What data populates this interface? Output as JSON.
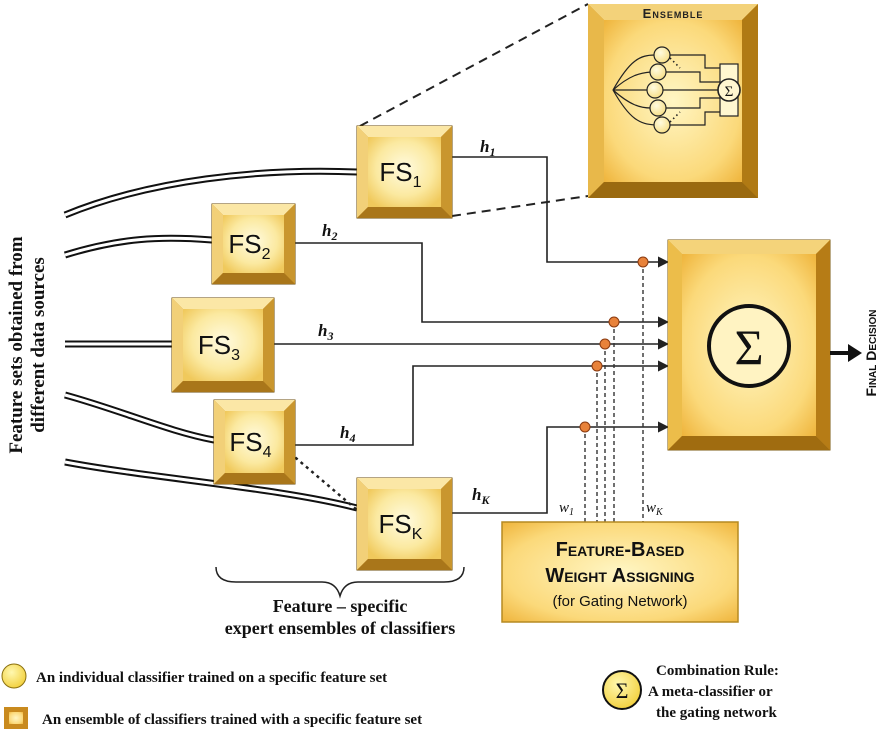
{
  "side_label": {
    "line1": "Feature sets obtained from",
    "line2": "different data sources"
  },
  "feature_sets": [
    {
      "base": "FS",
      "sub": "1"
    },
    {
      "base": "FS",
      "sub": "2"
    },
    {
      "base": "FS",
      "sub": "3"
    },
    {
      "base": "FS",
      "sub": "4"
    },
    {
      "base": "FS",
      "sub": "K"
    }
  ],
  "outputs": [
    {
      "base": "h",
      "sub": "1"
    },
    {
      "base": "h",
      "sub": "2"
    },
    {
      "base": "h",
      "sub": "3"
    },
    {
      "base": "h",
      "sub": "4"
    },
    {
      "base": "h",
      "sub": "K"
    }
  ],
  "weights": [
    {
      "base": "w",
      "sub": "1"
    },
    {
      "base": "w",
      "sub": "K"
    }
  ],
  "ensemble": {
    "title": "Ensemble",
    "symbol": "Σ"
  },
  "combiner": {
    "symbol": "Σ"
  },
  "final_decision": "Final Decision",
  "gating": {
    "line1": "Feature-Based",
    "line2": "Weight Assigning",
    "line3": "(for Gating Network)"
  },
  "brace_label": {
    "line1": "Feature – specific",
    "line2": "expert ensembles of classifiers"
  },
  "legend": {
    "classifier": "An individual classifier trained on a specific feature set",
    "ensemble": "An ensemble of classifiers trained with a specific feature set",
    "symbol": "Σ",
    "combination_title": "Combination Rule:",
    "combination_line2": "A meta-classifier or",
    "combination_line3": "the gating network"
  },
  "colors": {
    "box_light": "#fff4b0",
    "box_dark": "#e9b53a",
    "dot": "#e8823a",
    "accent_border": "#a07a10"
  }
}
